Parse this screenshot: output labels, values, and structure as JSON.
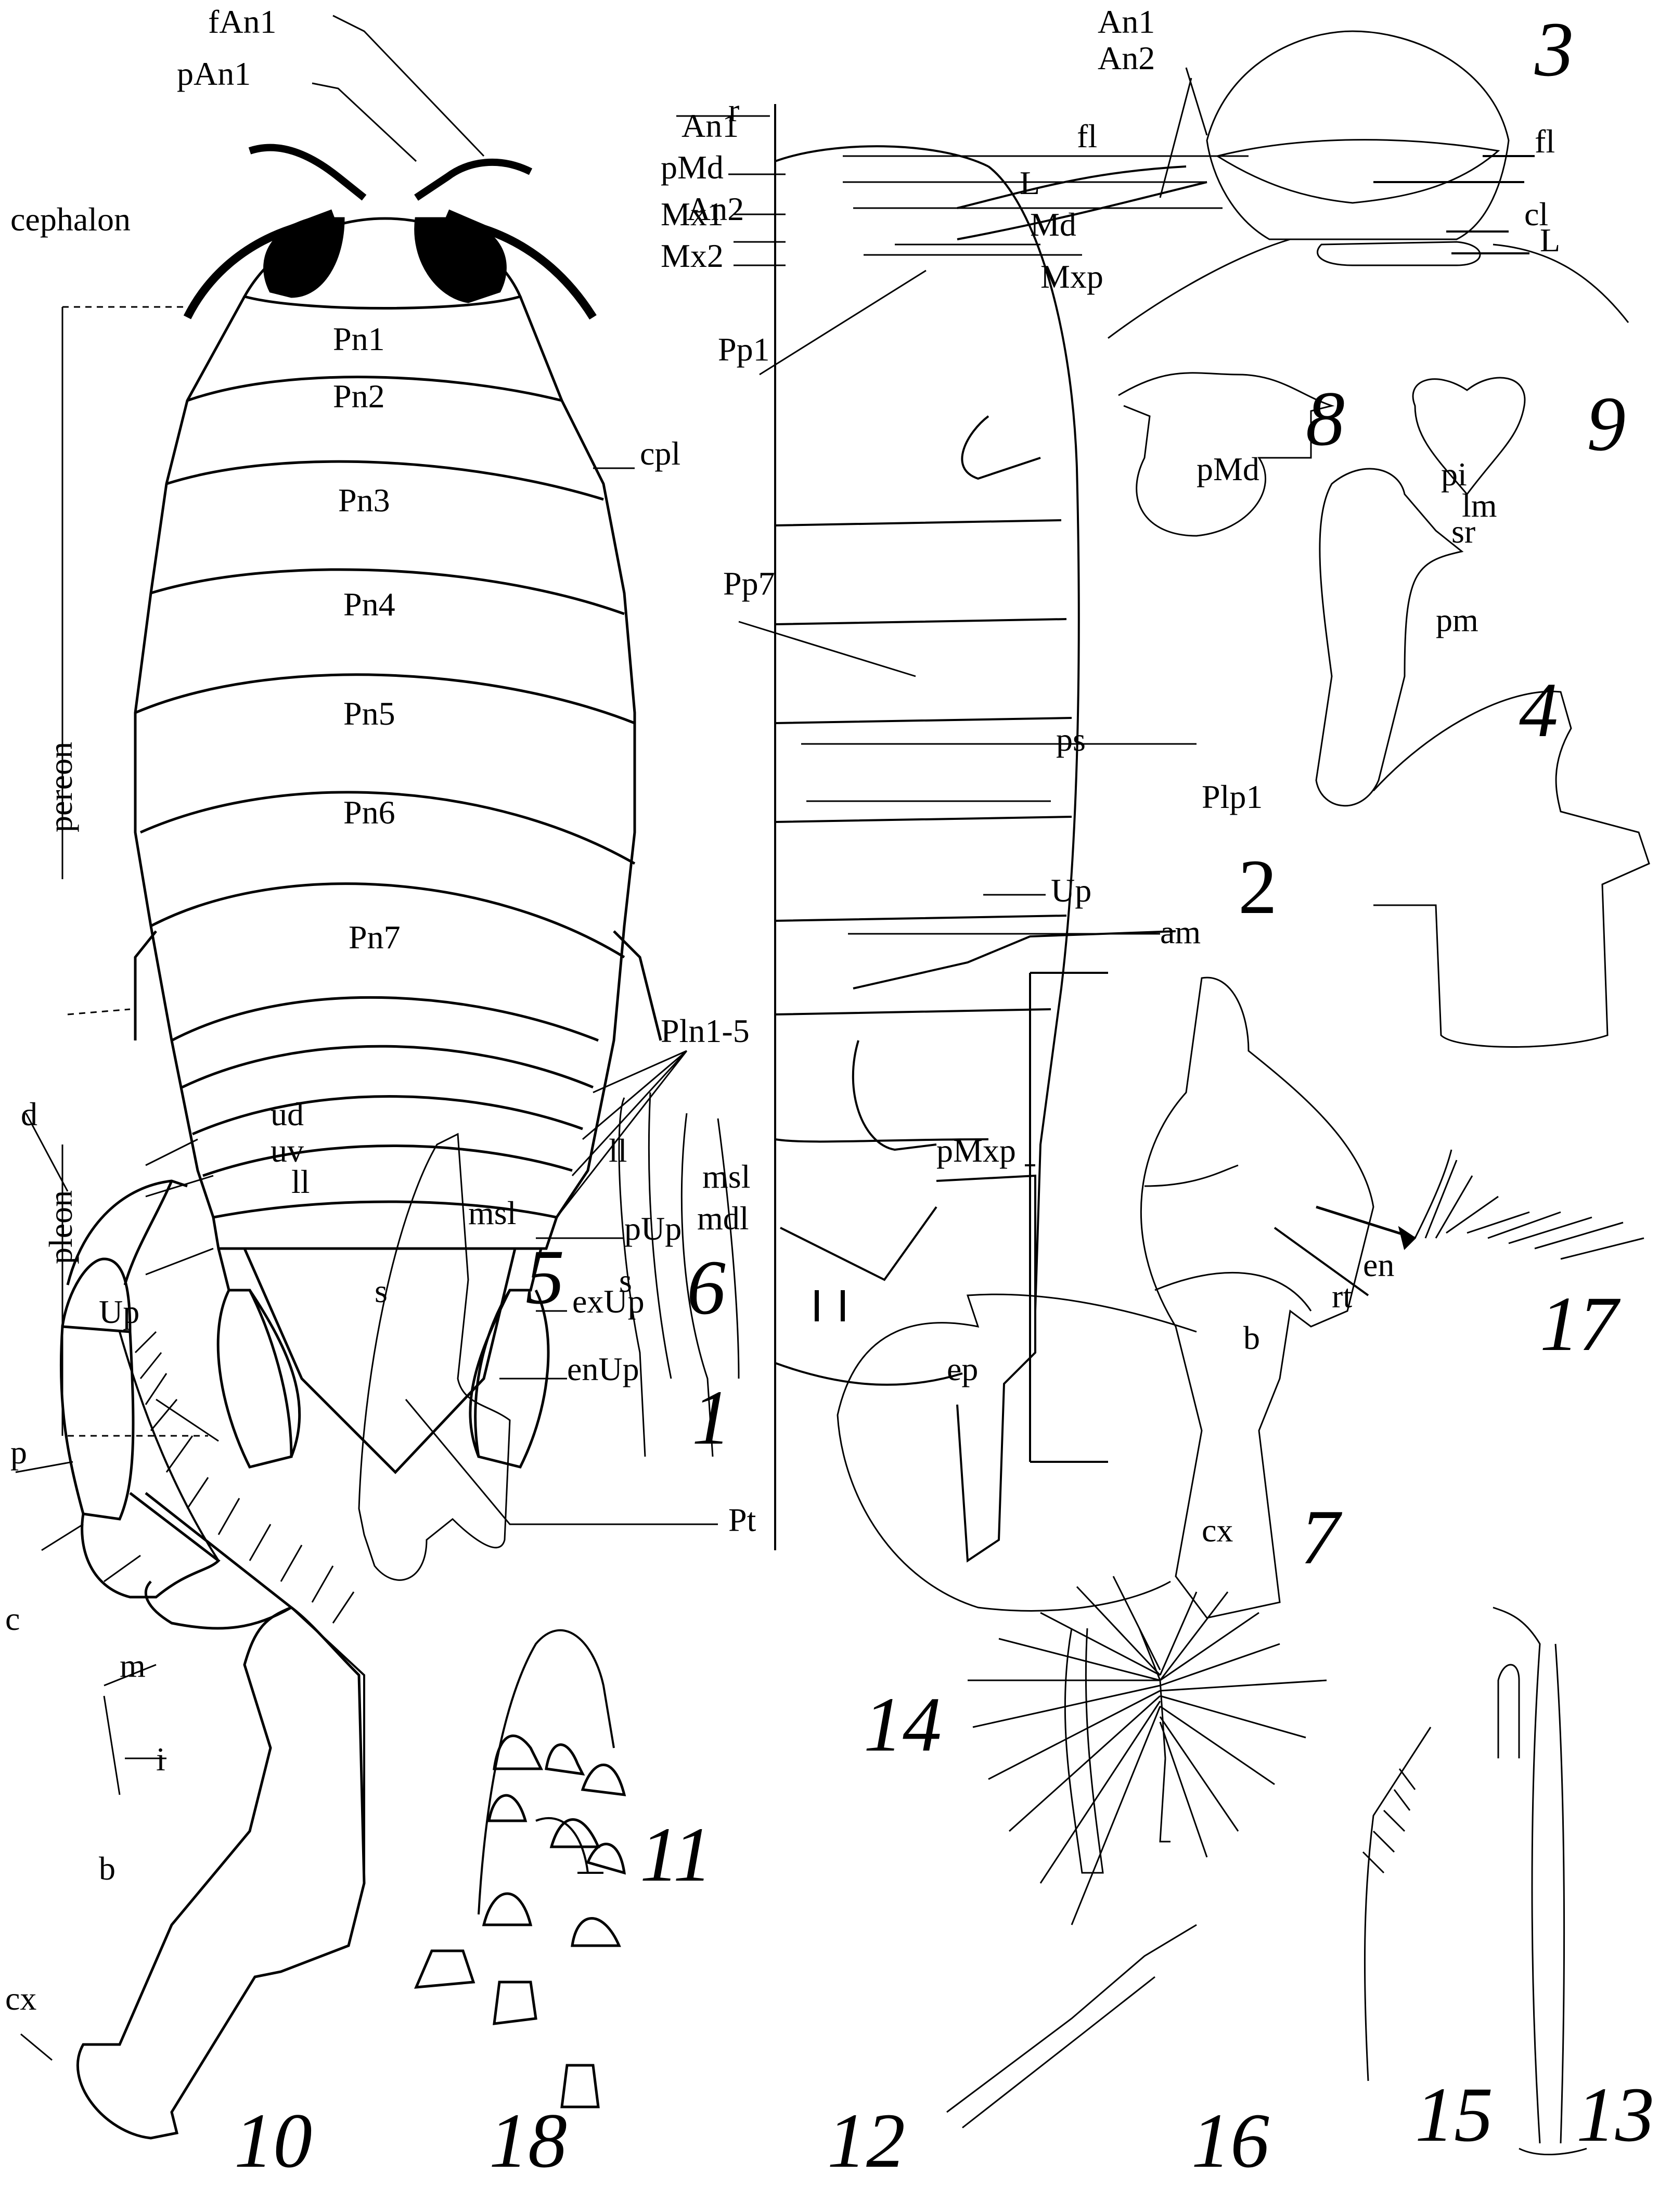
{
  "figure": {
    "type": "scientific illustration plate (isopod morphology)",
    "colors": {
      "ink": "#000000",
      "background": "#ffffff"
    }
  },
  "panels": [
    {
      "number": "1",
      "labels": [
        "fAn1",
        "pAn1",
        "An1",
        "An2",
        "cephalon",
        "Pn1",
        "Pn2",
        "cpl",
        "Pn3",
        "Pn4",
        "Pn5",
        "Pn6",
        "Pn7",
        "pereon",
        "Pln1-5",
        "pleon",
        "Up",
        "pUp",
        "exUp",
        "enUp",
        "Pt"
      ]
    },
    {
      "number": "2",
      "labels": [
        "r",
        "pMd",
        "Mx1",
        "Mx2",
        "Pp1",
        "fl",
        "L",
        "Md",
        "Mxp",
        "Pp7",
        "ps",
        "Plp1",
        "Up",
        "am"
      ]
    },
    {
      "number": "3",
      "labels": [
        "An1",
        "An2",
        "fl",
        "cl",
        "L"
      ]
    },
    {
      "number": "4",
      "labels": [
        "pMd",
        "pi",
        "lm",
        "sr",
        "pm"
      ]
    },
    {
      "number": "5",
      "labels": [
        "ll",
        "msl",
        "s"
      ]
    },
    {
      "number": "6",
      "labels": [
        "ll",
        "msl",
        "mdl",
        "s"
      ]
    },
    {
      "number": "7",
      "labels": [
        "pMxp",
        "en",
        "rt",
        "b",
        "ep",
        "cx"
      ]
    },
    {
      "number": "8",
      "labels": []
    },
    {
      "number": "9",
      "labels": []
    },
    {
      "number": "10",
      "labels": [
        "d",
        "ud",
        "uv",
        "p",
        "c",
        "m",
        "i",
        "b",
        "cx"
      ]
    },
    {
      "number": "11",
      "labels": []
    },
    {
      "number": "12",
      "labels": []
    },
    {
      "number": "13",
      "labels": []
    },
    {
      "number": "14",
      "labels": []
    },
    {
      "number": "15",
      "labels": []
    },
    {
      "number": "16",
      "labels": []
    },
    {
      "number": "17",
      "labels": []
    },
    {
      "number": "18",
      "labels": []
    }
  ],
  "p1": {
    "fAn1": "fAn1",
    "pAn1": "pAn1",
    "An1": "An1",
    "An2": "An2",
    "cephalon": "cephalon",
    "Pn1": "Pn1",
    "Pn2": "Pn2",
    "Pn3": "Pn3",
    "Pn4": "Pn4",
    "Pn5": "Pn5",
    "Pn6": "Pn6",
    "Pn7": "Pn7",
    "cpl": "cpl",
    "pereon": "pereon",
    "Pln": "Pln1-5",
    "pleon": "pleon",
    "Up": "Up",
    "pUp": "pUp",
    "exUp": "exUp",
    "enUp": "enUp",
    "Pt": "Pt",
    "num": "1"
  },
  "p2": {
    "r": "r",
    "pMd": "pMd",
    "Mx1": "Mx1",
    "Mx2": "Mx2",
    "Pp1": "Pp1",
    "fl": "fl",
    "L": "L",
    "Md": "Md",
    "Mxp": "Mxp",
    "Pp7": "Pp7",
    "ps": "ps",
    "Plp1": "Plp1",
    "Up": "Up",
    "am": "am",
    "num": "2"
  },
  "p3": {
    "An1": "An1",
    "An2": "An2",
    "fl": "fl",
    "cl": "cl",
    "L": "L",
    "num": "3"
  },
  "p4": {
    "pMd": "pMd",
    "pi": "pi",
    "lm": "lm",
    "sr": "sr",
    "pm": "pm",
    "num": "4"
  },
  "p5": {
    "ll": "ll",
    "msl": "msl",
    "s": "s",
    "num": "5"
  },
  "p6": {
    "ll": "ll",
    "msl": "msl",
    "mdl": "mdl",
    "s": "s",
    "num": "6"
  },
  "p7": {
    "pMxp": "pMxp",
    "en": "en",
    "rt": "rt",
    "b": "b",
    "ep": "ep",
    "cx": "cx",
    "num": "7"
  },
  "p8": {
    "num": "8"
  },
  "p9": {
    "num": "9"
  },
  "p10": {
    "d": "d",
    "ud": "ud",
    "uv": "uv",
    "p": "p",
    "c": "c",
    "m": "m",
    "i": "i",
    "b": "b",
    "cx": "cx",
    "num": "10"
  },
  "p11": {
    "num": "11"
  },
  "p12": {
    "num": "12"
  },
  "p13": {
    "num": "13"
  },
  "p14": {
    "num": "14"
  },
  "p15": {
    "num": "15"
  },
  "p16": {
    "num": "16"
  },
  "p17": {
    "num": "17"
  },
  "p18": {
    "num": "18"
  }
}
